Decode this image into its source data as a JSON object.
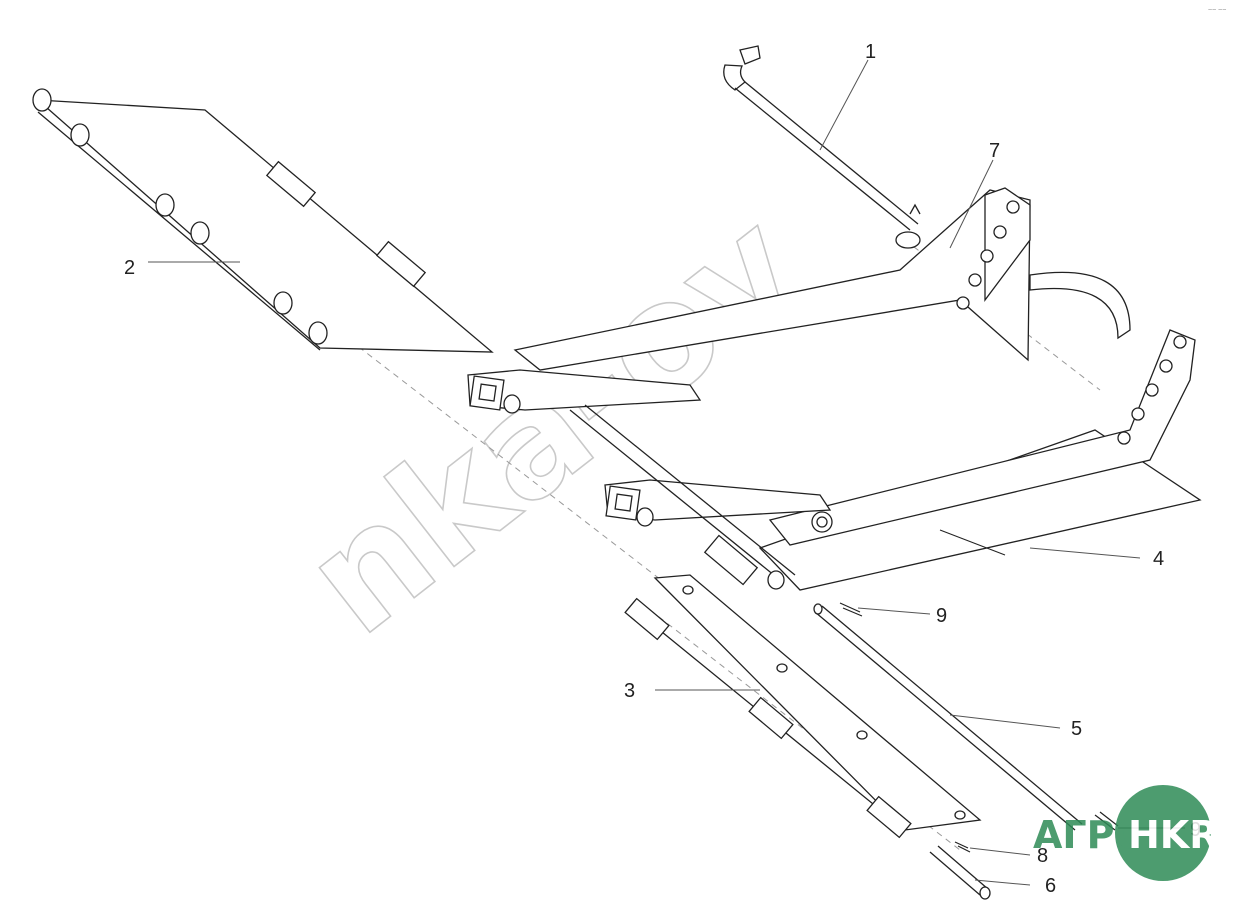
{
  "diagram": {
    "part_labels": [
      "1",
      "2",
      "3",
      "4",
      "5",
      "6",
      "7",
      "8",
      "9",
      "9"
    ]
  },
  "watermark": {
    "text": "nka-ov"
  },
  "logo": {
    "left": "АГРО",
    "right": "HKR",
    "color": "#2e8b57"
  },
  "corner_mark": "~~ ~~"
}
